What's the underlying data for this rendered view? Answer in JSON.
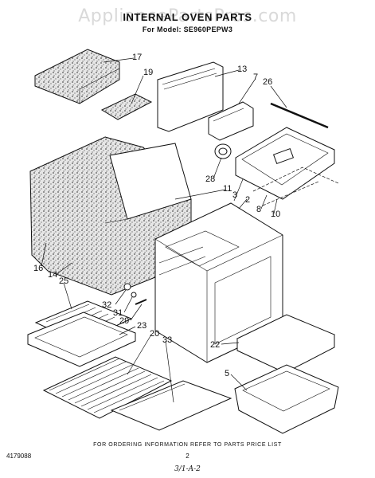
{
  "watermark": "AppliancePartsPros.com",
  "header": {
    "title": "INTERNAL OVEN PARTS",
    "model_line": "For Model: SE960PEPW3"
  },
  "callouts": [
    "17",
    "19",
    "13",
    "7",
    "26",
    "28",
    "11",
    "3",
    "2",
    "8",
    "10",
    "16",
    "14",
    "25",
    "32",
    "31",
    "29",
    "23",
    "20",
    "33",
    "22",
    "5"
  ],
  "footer": {
    "ordering_note": "FOR ORDERING INFORMATION REFER TO PARTS PRICE LIST",
    "doc_number": "4179088",
    "page_number": "2",
    "handwritten": "3/1-A-2"
  }
}
